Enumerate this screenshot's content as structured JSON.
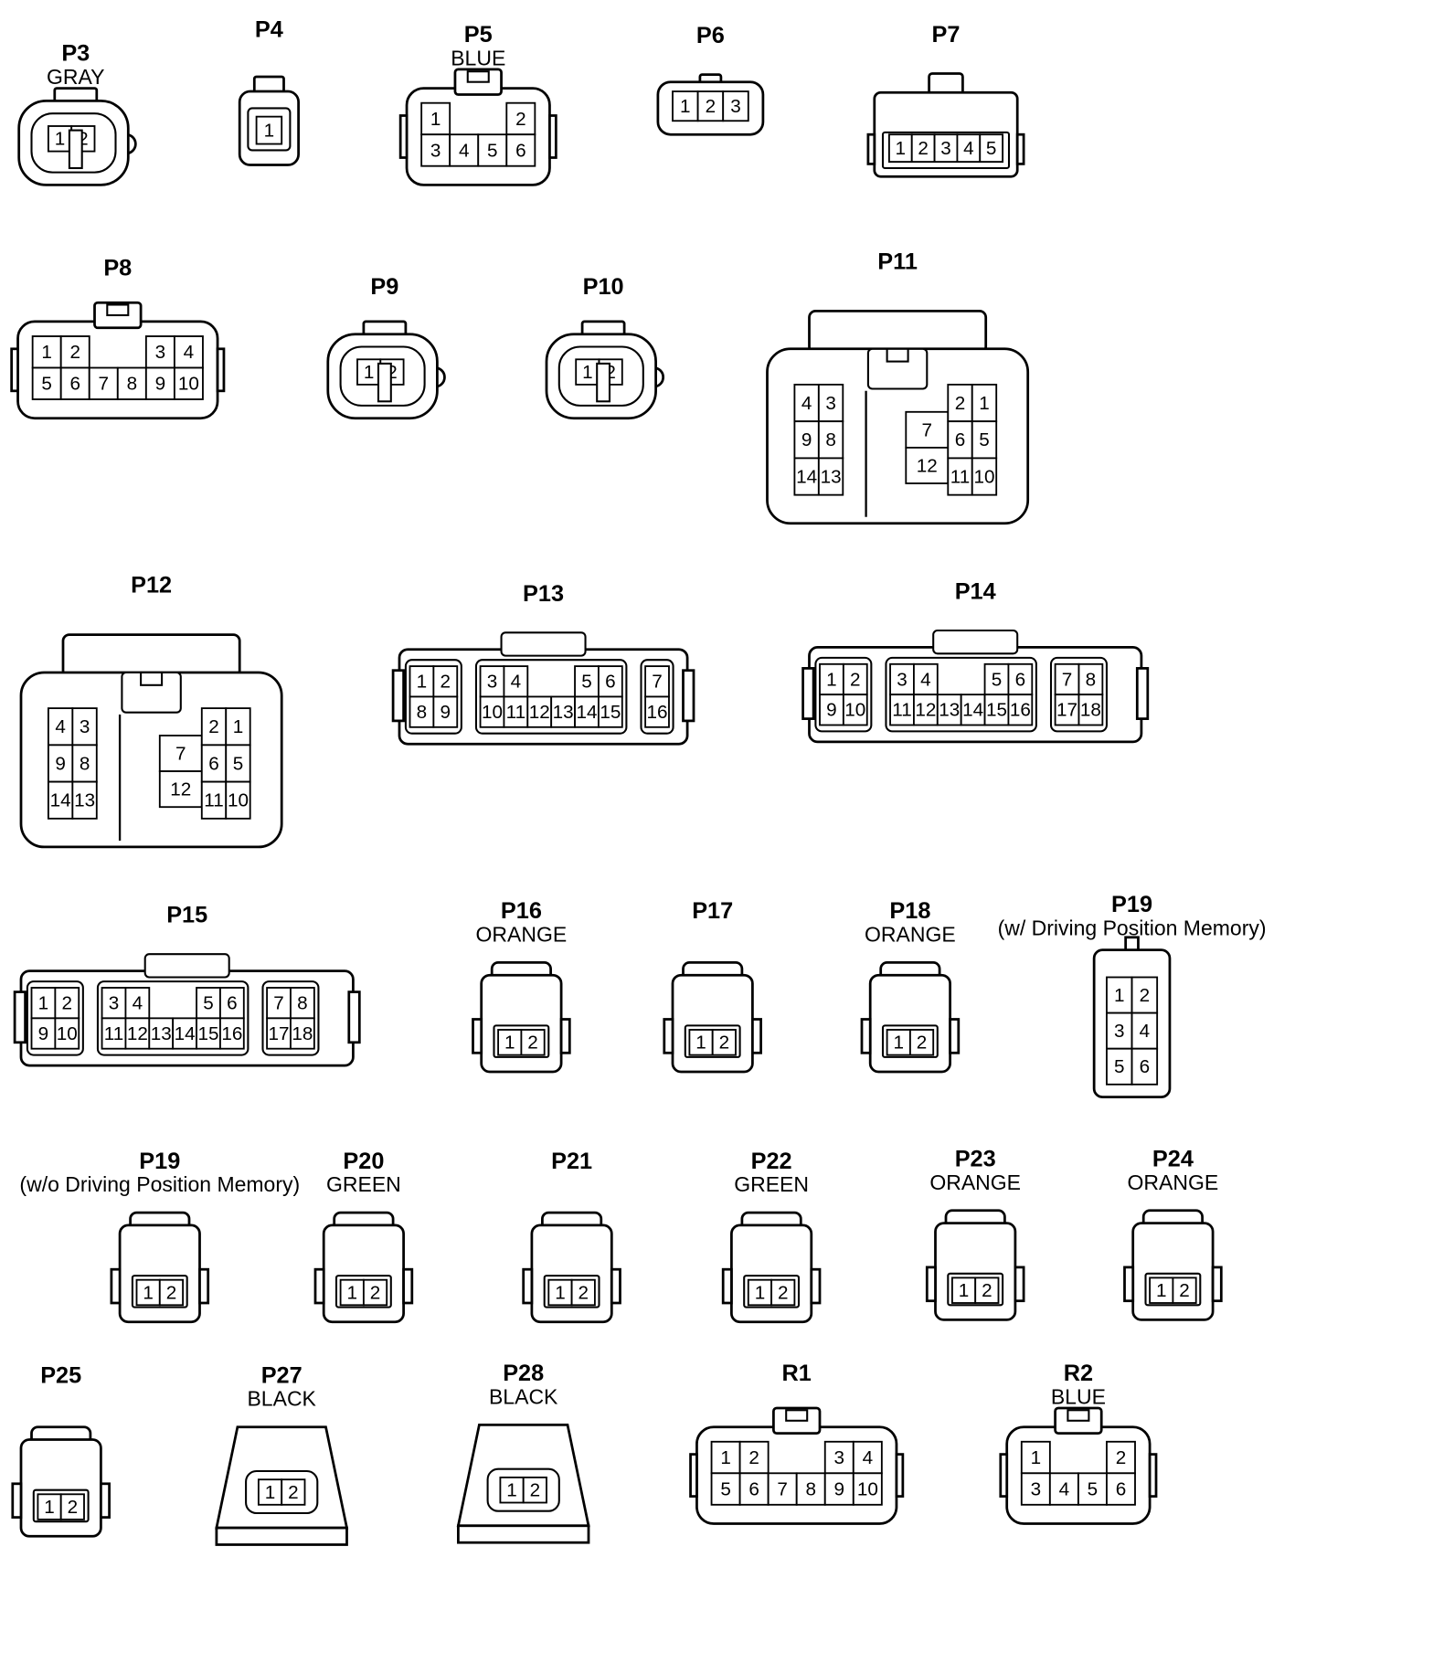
{
  "connectors": [
    {
      "id": "P3",
      "name": "P3",
      "color": "GRAY",
      "pins": [
        [
          "1",
          "2"
        ]
      ]
    },
    {
      "id": "P4",
      "name": "P4",
      "color": "",
      "pins": [
        [
          "1"
        ]
      ]
    },
    {
      "id": "P5",
      "name": "P5",
      "color": "BLUE",
      "pins": [
        [
          "1",
          "",
          "",
          "2"
        ],
        [
          "3",
          "4",
          "5",
          "6"
        ]
      ]
    },
    {
      "id": "P6",
      "name": "P6",
      "color": "",
      "pins": [
        [
          "1",
          "2",
          "3"
        ]
      ]
    },
    {
      "id": "P7",
      "name": "P7",
      "color": "",
      "pins": [
        [
          "1",
          "2",
          "3",
          "4",
          "5"
        ]
      ]
    },
    {
      "id": "P8",
      "name": "P8",
      "color": "",
      "pins": [
        [
          "1",
          "2",
          "",
          "",
          "3",
          "4"
        ],
        [
          "5",
          "6",
          "7",
          "8",
          "9",
          "10"
        ]
      ]
    },
    {
      "id": "P9",
      "name": "P9",
      "color": "",
      "pins": [
        [
          "1",
          "2"
        ]
      ]
    },
    {
      "id": "P10",
      "name": "P10",
      "color": "",
      "pins": [
        [
          "1",
          "2"
        ]
      ]
    },
    {
      "id": "P11",
      "name": "P11",
      "color": "",
      "left": [
        [
          "4",
          "3"
        ],
        [
          "9",
          "8"
        ],
        [
          "14",
          "13"
        ]
      ],
      "mid": [
        [
          "7"
        ],
        [
          "12"
        ]
      ],
      "right": [
        [
          "2",
          "1"
        ],
        [
          "6",
          "5"
        ],
        [
          "11",
          "10"
        ]
      ]
    },
    {
      "id": "P12",
      "name": "P12",
      "color": "",
      "left": [
        [
          "4",
          "3"
        ],
        [
          "9",
          "8"
        ],
        [
          "14",
          "13"
        ]
      ],
      "mid": [
        [
          "7"
        ],
        [
          "12"
        ]
      ],
      "right": [
        [
          "2",
          "1"
        ],
        [
          "6",
          "5"
        ],
        [
          "11",
          "10"
        ]
      ]
    },
    {
      "id": "P13",
      "name": "P13",
      "color": "",
      "blocks": [
        [
          [
            "1",
            "2"
          ],
          [
            "8",
            "9"
          ]
        ],
        [
          [
            "3",
            "4",
            "",
            "",
            "5",
            "6"
          ],
          [
            "10",
            "11",
            "12",
            "13",
            "14",
            "15"
          ]
        ],
        [
          [
            "7"
          ],
          [
            "16"
          ]
        ]
      ]
    },
    {
      "id": "P14",
      "name": "P14",
      "color": "",
      "blocks": [
        [
          [
            "1",
            "2"
          ],
          [
            "9",
            "10"
          ]
        ],
        [
          [
            "3",
            "4",
            "",
            "",
            "5",
            "6"
          ],
          [
            "11",
            "12",
            "13",
            "14",
            "15",
            "16"
          ]
        ],
        [
          [
            "7",
            "8"
          ],
          [
            "17",
            "18"
          ]
        ]
      ]
    },
    {
      "id": "P15",
      "name": "P15",
      "color": "",
      "blocks": [
        [
          [
            "1",
            "2"
          ],
          [
            "9",
            "10"
          ]
        ],
        [
          [
            "3",
            "4",
            "",
            "",
            "5",
            "6"
          ],
          [
            "11",
            "12",
            "13",
            "14",
            "15",
            "16"
          ]
        ],
        [
          [
            "7",
            "8"
          ],
          [
            "17",
            "18"
          ]
        ]
      ]
    },
    {
      "id": "P16",
      "name": "P16",
      "color": "ORANGE",
      "pins": [
        [
          "1",
          "2"
        ]
      ]
    },
    {
      "id": "P17",
      "name": "P17",
      "color": "",
      "pins": [
        [
          "1",
          "2"
        ]
      ]
    },
    {
      "id": "P18",
      "name": "P18",
      "color": "ORANGE",
      "pins": [
        [
          "1",
          "2"
        ]
      ]
    },
    {
      "id": "P19a",
      "name": "P19",
      "color": "(w/ Driving Position Memory)",
      "pins": [
        [
          "1",
          "2"
        ],
        [
          "3",
          "4"
        ],
        [
          "5",
          "6"
        ]
      ]
    },
    {
      "id": "P19b",
      "name": "P19",
      "color": "(w/o Driving Position Memory)",
      "pins": [
        [
          "1",
          "2"
        ]
      ]
    },
    {
      "id": "P20",
      "name": "P20",
      "color": "GREEN",
      "pins": [
        [
          "1",
          "2"
        ]
      ]
    },
    {
      "id": "P21",
      "name": "P21",
      "color": "",
      "pins": [
        [
          "1",
          "2"
        ]
      ]
    },
    {
      "id": "P22",
      "name": "P22",
      "color": "GREEN",
      "pins": [
        [
          "1",
          "2"
        ]
      ]
    },
    {
      "id": "P23",
      "name": "P23",
      "color": "ORANGE",
      "pins": [
        [
          "1",
          "2"
        ]
      ]
    },
    {
      "id": "P24",
      "name": "P24",
      "color": "ORANGE",
      "pins": [
        [
          "1",
          "2"
        ]
      ]
    },
    {
      "id": "P25",
      "name": "P25",
      "color": "",
      "pins": [
        [
          "1",
          "2"
        ]
      ]
    },
    {
      "id": "P27",
      "name": "P27",
      "color": "BLACK",
      "pins": [
        [
          "1",
          "2"
        ]
      ]
    },
    {
      "id": "P28",
      "name": "P28",
      "color": "BLACK",
      "pins": [
        [
          "1",
          "2"
        ]
      ]
    },
    {
      "id": "R1",
      "name": "R1",
      "color": "",
      "pins": [
        [
          "1",
          "2",
          "",
          "",
          "3",
          "4"
        ],
        [
          "5",
          "6",
          "7",
          "8",
          "9",
          "10"
        ]
      ]
    },
    {
      "id": "R2",
      "name": "R2",
      "color": "BLUE",
      "pins": [
        [
          "1",
          "",
          "",
          "2"
        ],
        [
          "3",
          "4",
          "5",
          "6"
        ]
      ]
    }
  ]
}
